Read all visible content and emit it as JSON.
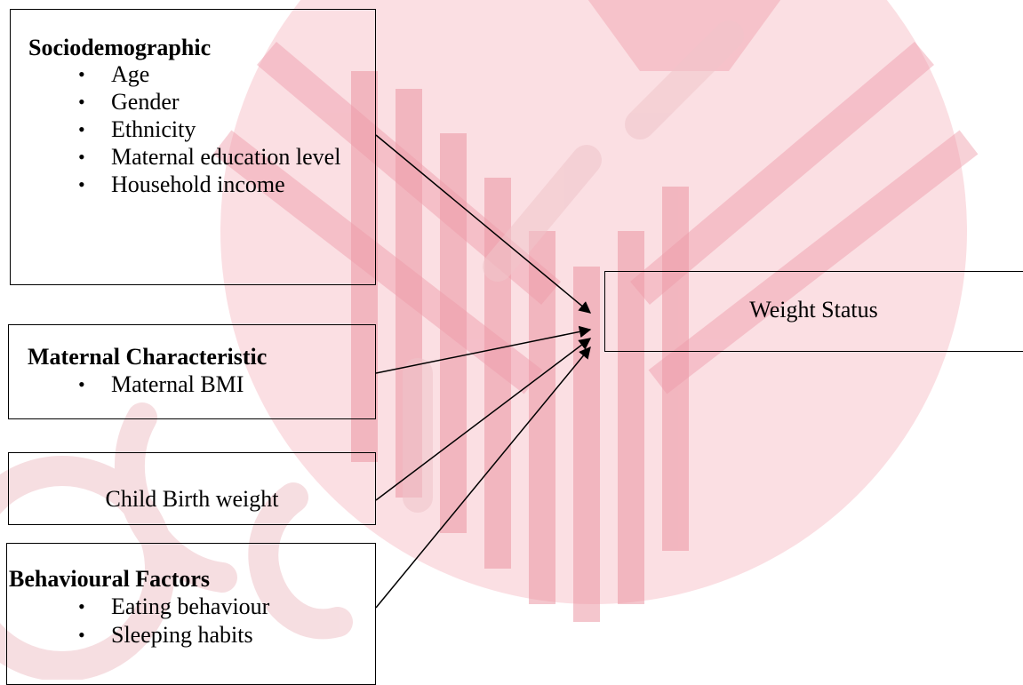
{
  "diagram": {
    "sociodemographic": {
      "title": "Sociodemographic",
      "items": [
        "Age",
        "Gender",
        "Ethnicity",
        "Maternal education level",
        "Household income"
      ]
    },
    "maternal_characteristic": {
      "title": "Maternal Characteristic",
      "items": [
        "Maternal BMI"
      ]
    },
    "child_birth_weight": {
      "label": "Child Birth weight"
    },
    "behavioural_factors": {
      "title": "Behavioural Factors",
      "items": [
        "Eating behaviour",
        "Sleeping habits"
      ]
    },
    "outcome": {
      "label": "Weight Status"
    },
    "bullet_symbol": "•",
    "edges": [
      {
        "from": "Sociodemographic",
        "to": "Weight Status"
      },
      {
        "from": "Maternal Characteristic",
        "to": "Weight Status"
      },
      {
        "from": "Child Birth weight",
        "to": "Weight Status"
      },
      {
        "from": "Behavioural Factors",
        "to": "Weight Status"
      }
    ]
  },
  "colors": {
    "watermark_red": "#e0233a",
    "watermark_pink": "#f8c9d1",
    "line": "#000000"
  }
}
